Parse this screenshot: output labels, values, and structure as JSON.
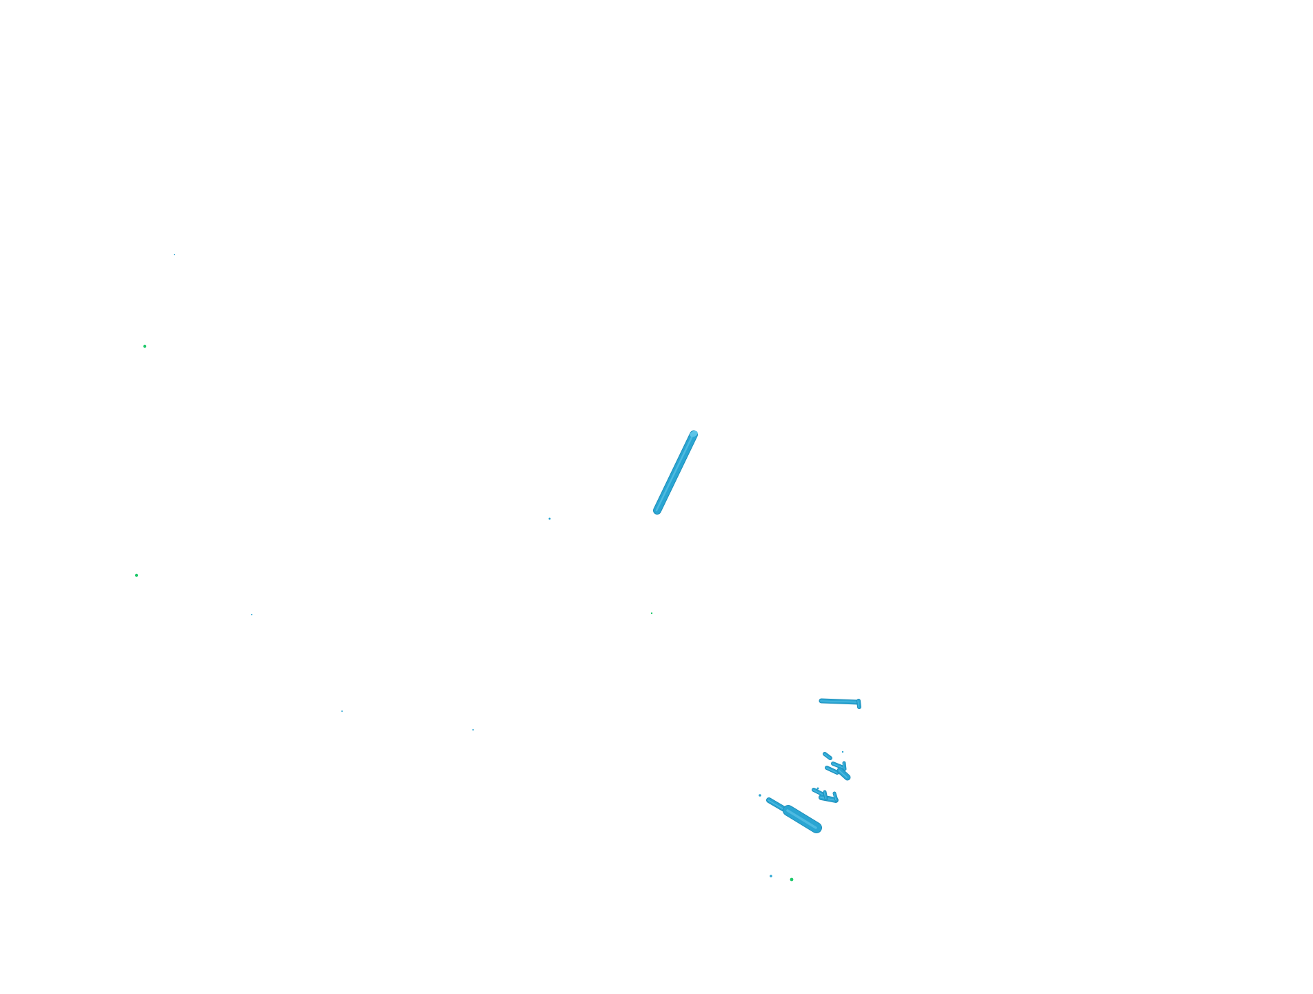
{
  "scene": {
    "background": "#ffffff",
    "colors": {
      "rod": "#2aa5d2",
      "rod_shade": "#1e8fbb",
      "rod_highlight": "#5cc4e8",
      "point_green": "#1ec86a",
      "point_blue": "#2aa5d2"
    },
    "objects": [
      {
        "name": "long-rod",
        "kind": "rod"
      },
      {
        "name": "top-bar",
        "kind": "rod"
      },
      {
        "name": "small-fragments",
        "kind": "fragment-cluster"
      },
      {
        "name": "bottom-rod",
        "kind": "rod"
      },
      {
        "name": "scattered-points",
        "kind": "points"
      }
    ]
  }
}
